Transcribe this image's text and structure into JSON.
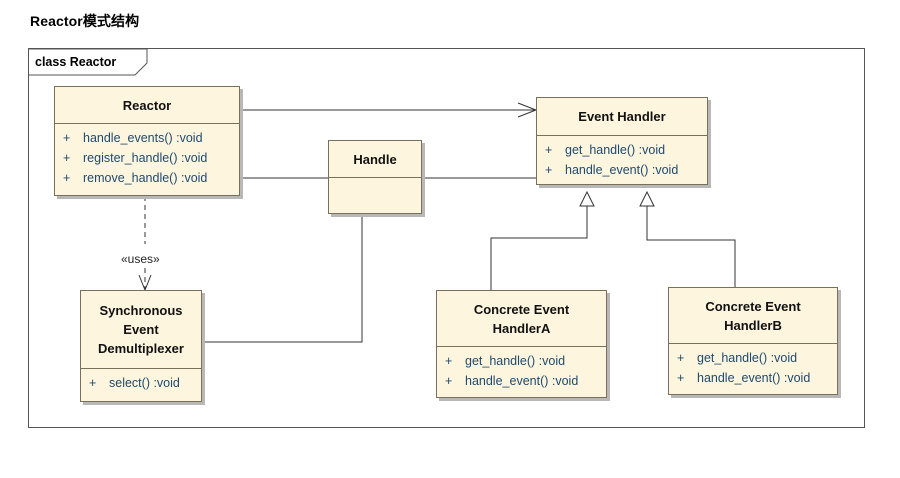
{
  "page_title": "Reactor模式结构",
  "frame_label": "class Reactor",
  "classes": {
    "reactor": {
      "name": "Reactor",
      "ops": [
        {
          "vis": "+",
          "sig": "handle_events()  :void"
        },
        {
          "vis": "+",
          "sig": "register_handle()  :void"
        },
        {
          "vis": "+",
          "sig": "remove_handle()  :void"
        }
      ]
    },
    "event_handler": {
      "name": "Event Handler",
      "ops": [
        {
          "vis": "+",
          "sig": "get_handle()  :void"
        },
        {
          "vis": "+",
          "sig": "handle_event()  :void"
        }
      ]
    },
    "handle": {
      "name": "Handle"
    },
    "demux": {
      "name": "Synchronous\nEvent\nDemultiplexer",
      "ops": [
        {
          "vis": "+",
          "sig": "select()  :void"
        }
      ]
    },
    "handler_a": {
      "name": "Concrete Event\nHandlerA",
      "ops": [
        {
          "vis": "+",
          "sig": "get_handle()  :void"
        },
        {
          "vis": "+",
          "sig": "handle_event()  :void"
        }
      ]
    },
    "handler_b": {
      "name": "Concrete Event\nHandlerB",
      "ops": [
        {
          "vis": "+",
          "sig": "get_handle()  :void"
        },
        {
          "vis": "+",
          "sig": "handle_event()  :void"
        }
      ]
    }
  },
  "uses_label": "«uses»",
  "colors": {
    "class_fill": "#fef5df",
    "class_border": "#7a6f58",
    "operation_text": "#1e4a6e",
    "line": "#333333"
  }
}
